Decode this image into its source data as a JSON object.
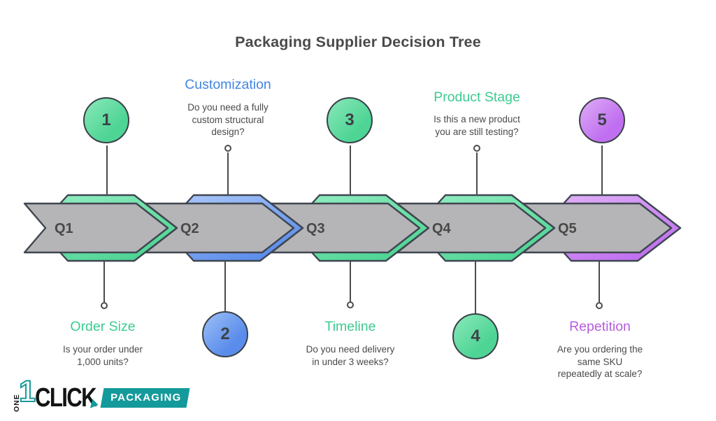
{
  "title": "Packaging Supplier Decision Tree",
  "steps": [
    {
      "arrow": "Q1",
      "circle": "1",
      "branch": "Order Size",
      "question": "Is your order under\n1,000 units?",
      "color": "#4FD795",
      "circle_position": "top",
      "label_position": "bottom"
    },
    {
      "arrow": "Q2",
      "circle": "2",
      "branch": "Customization",
      "question": "Do you need a fully\ncustom structural\ndesign?",
      "color": "#5D8EEC",
      "circle_position": "bottom",
      "label_position": "top"
    },
    {
      "arrow": "Q3",
      "circle": "3",
      "branch": "Timeline",
      "question": "Do you need delivery\nin under 3 weeks?",
      "color": "#4FD795",
      "circle_position": "top",
      "label_position": "bottom"
    },
    {
      "arrow": "Q4",
      "circle": "4",
      "branch": "Product Stage",
      "question": "Is this a new product\nyou are still testing?",
      "color": "#4FD795",
      "circle_position": "bottom",
      "label_position": "top"
    },
    {
      "arrow": "Q5",
      "circle": "5",
      "branch": "Repetition",
      "question": "Are you ordering the\nsame SKU\nrepeatedly at scale?",
      "color": "#C372EF",
      "circle_position": "top",
      "label_position": "bottom"
    }
  ],
  "colors": {
    "ribbon_gray": "#B5B4B6",
    "outline": "#3F4650",
    "green": "#4FD795",
    "blue": "#5D8EEC",
    "purple": "#C372EF",
    "label_green": "#3CCB90",
    "label_blue": "#4285E4",
    "label_purple": "#B75EDD",
    "body_text": "#4A4A4A",
    "logo_teal": "#159A9B"
  },
  "logo": {
    "one": "ONE",
    "numeral": "1",
    "click": "CLICK",
    "packaging": "PACKAGING"
  }
}
